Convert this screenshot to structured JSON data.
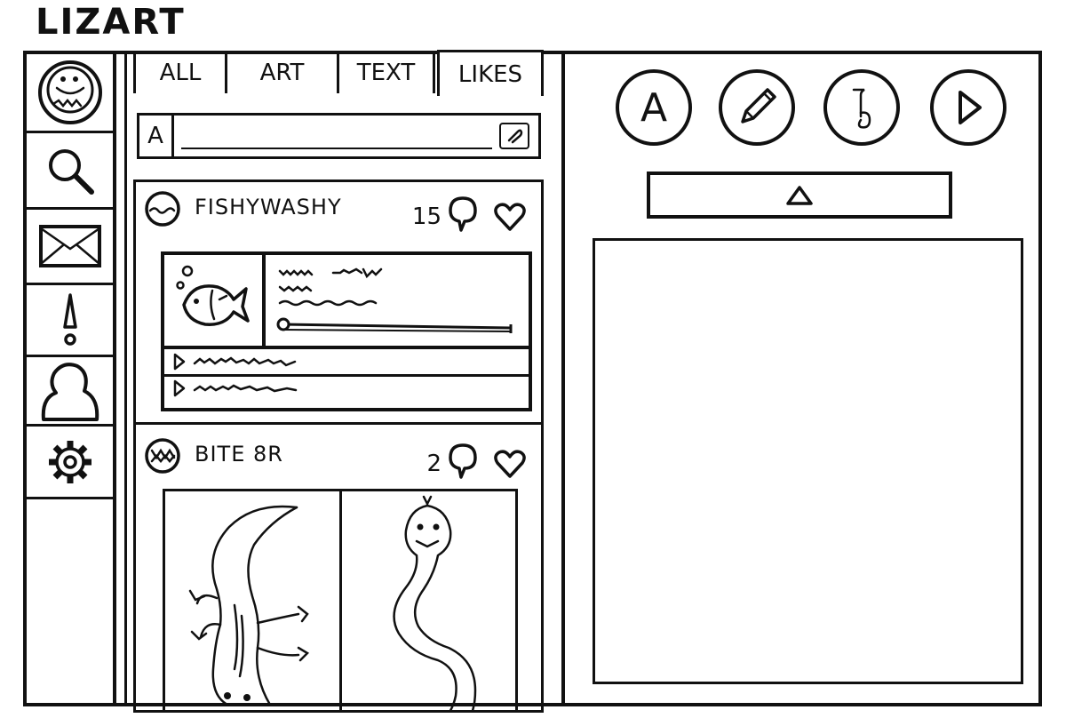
{
  "app": {
    "title": "LIZART"
  },
  "sidebar": {
    "items": [
      {
        "name": "profile"
      },
      {
        "name": "search",
        "icon": "magnifier-icon"
      },
      {
        "name": "messages",
        "icon": "envelope-icon"
      },
      {
        "name": "notifications",
        "icon": "exclamation-icon"
      },
      {
        "name": "account",
        "icon": "person-icon"
      },
      {
        "name": "settings",
        "icon": "gear-icon"
      }
    ]
  },
  "tabs": [
    {
      "label": "ALL"
    },
    {
      "label": "ART"
    },
    {
      "label": "TEXT"
    },
    {
      "label": "LIKES",
      "active": true
    }
  ],
  "composer": {
    "prefix": "A",
    "value": "",
    "placeholder": ""
  },
  "feed": {
    "posts": [
      {
        "username": "FISHYWASHY",
        "comments": "15",
        "liked": false
      },
      {
        "username": "BITE 8R",
        "comments": "2",
        "liked": false
      }
    ]
  },
  "tools": [
    {
      "label": "A",
      "icon": "letter-a-icon"
    },
    {
      "label": "",
      "icon": "pencil-icon"
    },
    {
      "label": "",
      "icon": "music-note-icon"
    },
    {
      "label": "",
      "icon": "play-icon"
    }
  ],
  "colors": {
    "ink": "#111111",
    "paper": "#ffffff"
  }
}
